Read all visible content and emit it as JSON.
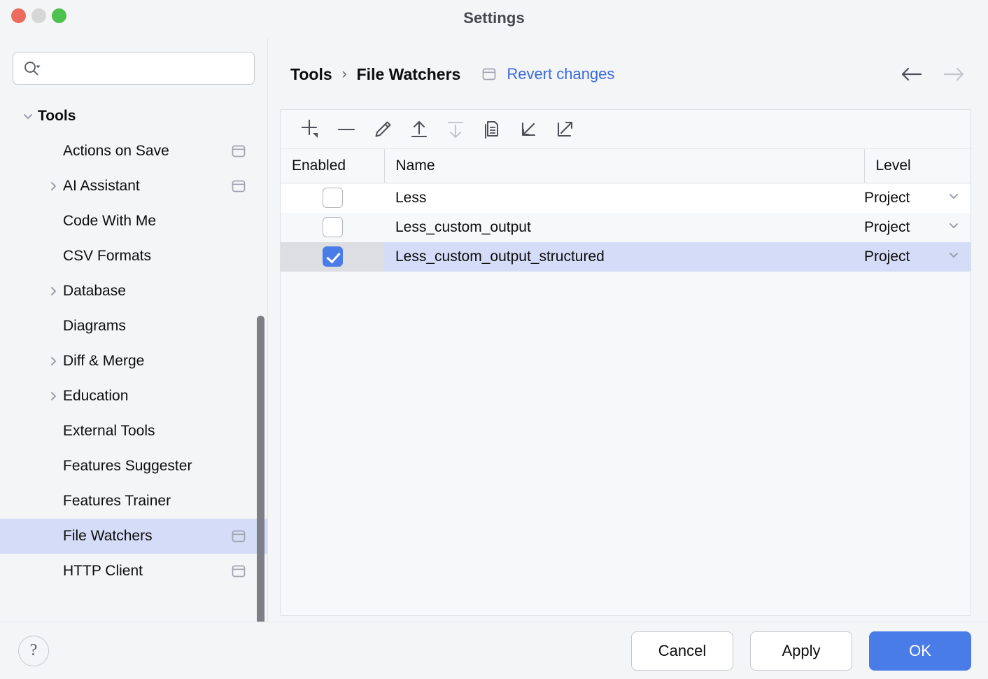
{
  "window": {
    "title": "Settings",
    "traffic_lights": [
      "close",
      "minimize",
      "zoom"
    ]
  },
  "sidebar": {
    "search": {
      "value": "",
      "placeholder": "",
      "icon": "search-icon"
    },
    "items": [
      {
        "label": "Tools",
        "level": 0,
        "expander": "chevron-down",
        "badge": false,
        "selected": false
      },
      {
        "label": "Actions on Save",
        "level": 1,
        "expander": "none",
        "badge": true,
        "selected": false
      },
      {
        "label": "AI Assistant",
        "level": 1,
        "expander": "chevron-right",
        "badge": true,
        "selected": false
      },
      {
        "label": "Code With Me",
        "level": 1,
        "expander": "none",
        "badge": false,
        "selected": false
      },
      {
        "label": "CSV Formats",
        "level": 1,
        "expander": "none",
        "badge": false,
        "selected": false
      },
      {
        "label": "Database",
        "level": 1,
        "expander": "chevron-right",
        "badge": false,
        "selected": false
      },
      {
        "label": "Diagrams",
        "level": 1,
        "expander": "none",
        "badge": false,
        "selected": false
      },
      {
        "label": "Diff & Merge",
        "level": 1,
        "expander": "chevron-right",
        "badge": false,
        "selected": false
      },
      {
        "label": "Education",
        "level": 1,
        "expander": "chevron-right",
        "badge": false,
        "selected": false
      },
      {
        "label": "External Tools",
        "level": 1,
        "expander": "none",
        "badge": false,
        "selected": false
      },
      {
        "label": "Features Suggester",
        "level": 1,
        "expander": "none",
        "badge": false,
        "selected": false
      },
      {
        "label": "Features Trainer",
        "level": 1,
        "expander": "none",
        "badge": false,
        "selected": false
      },
      {
        "label": "File Watchers",
        "level": 1,
        "expander": "none",
        "badge": true,
        "selected": true
      },
      {
        "label": "HTTP Client",
        "level": 1,
        "expander": "none",
        "badge": true,
        "selected": false
      }
    ]
  },
  "breadcrumb": {
    "parent": "Tools",
    "separator": "›",
    "current": "File Watchers",
    "scope_icon": "project-scope-icon",
    "revert_label": "Revert changes",
    "nav_back": {
      "icon": "arrow-left-icon",
      "enabled": true
    },
    "nav_forward": {
      "icon": "arrow-right-icon",
      "enabled": false
    }
  },
  "toolbar": {
    "buttons": [
      {
        "name": "add-watcher-button",
        "icon": "plus-with-dropdown-icon",
        "enabled": true
      },
      {
        "name": "remove-watcher-button",
        "icon": "minus-icon",
        "enabled": true
      },
      {
        "name": "edit-watcher-button",
        "icon": "pencil-icon",
        "enabled": true
      },
      {
        "name": "move-up-button",
        "icon": "arrow-up-icon",
        "enabled": true
      },
      {
        "name": "move-down-button",
        "icon": "arrow-down-icon",
        "enabled": false
      },
      {
        "name": "duplicate-watcher-button",
        "icon": "copy-icon",
        "enabled": true
      },
      {
        "name": "import-button",
        "icon": "import-arrow-icon",
        "enabled": true
      },
      {
        "name": "export-button",
        "icon": "export-arrow-icon",
        "enabled": true
      }
    ]
  },
  "table": {
    "columns": [
      "Enabled",
      "Name",
      "Level"
    ],
    "rows": [
      {
        "enabled": false,
        "name": "Less",
        "level": "Project",
        "selected": false
      },
      {
        "enabled": false,
        "name": "Less_custom_output",
        "level": "Project",
        "selected": false
      },
      {
        "enabled": true,
        "name": "Less_custom_output_structured",
        "level": "Project",
        "selected": true
      }
    ]
  },
  "footer": {
    "help_label": "?",
    "cancel_label": "Cancel",
    "apply_label": "Apply",
    "ok_label": "OK"
  },
  "colors": {
    "accent": "#4a7ce8",
    "link": "#3a6ae0",
    "selection": "#d4dcf7",
    "selection_gutter": "#dcdee1",
    "window_bg": "#f4f5f7",
    "panel_bg": "#f7f8fa"
  }
}
